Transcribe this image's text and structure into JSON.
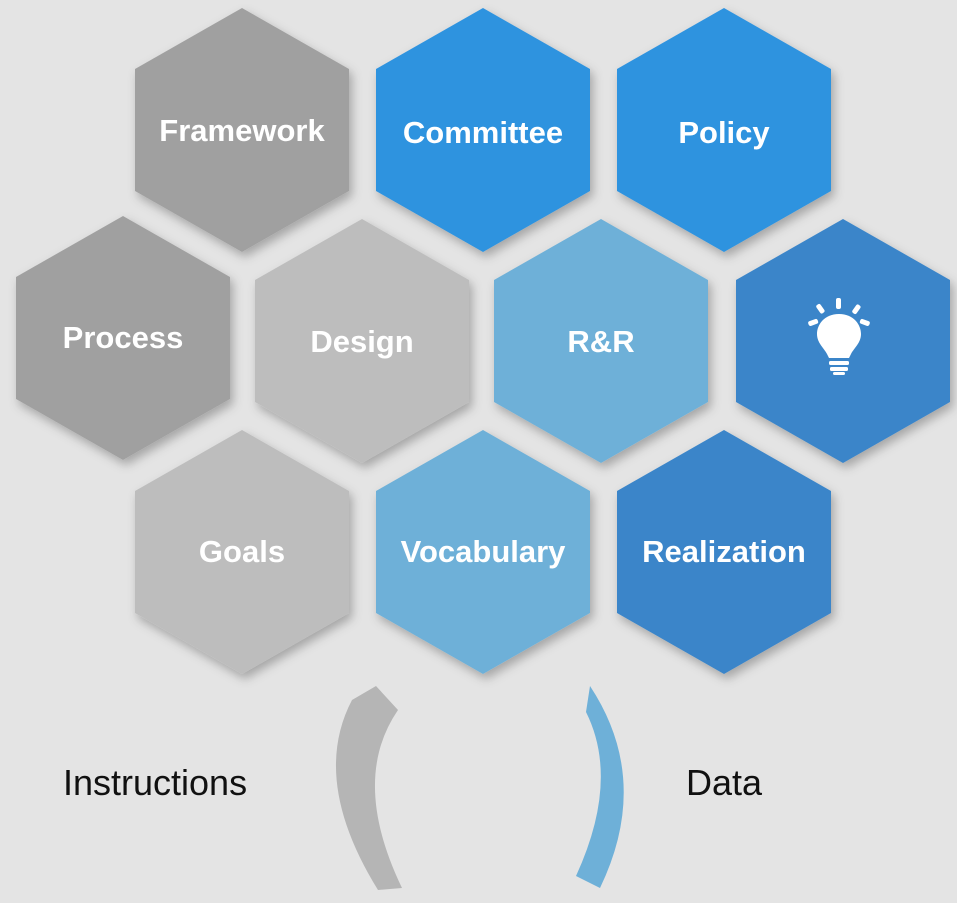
{
  "hexagons": {
    "framework": {
      "label": "Framework",
      "color": "#a0a0a0"
    },
    "committee": {
      "label": "Committee",
      "color": "#2f93df"
    },
    "policy": {
      "label": "Policy",
      "color": "#2f93df"
    },
    "process": {
      "label": "Process",
      "color": "#a0a0a0"
    },
    "design": {
      "label": "Design",
      "color": "#bdbdbd"
    },
    "rr": {
      "label": "R&R",
      "color": "#6eb0d8"
    },
    "idea": {
      "icon": "lightbulb-icon",
      "color": "#3a85c9"
    },
    "goals": {
      "label": "Goals",
      "color": "#bdbdbd"
    },
    "vocabulary": {
      "label": "Vocabulary",
      "color": "#6eb0d8"
    },
    "realization": {
      "label": "Realization",
      "color": "#3a85c9"
    }
  },
  "cycle": {
    "left_label": "Instructions",
    "right_label": "Data",
    "left_arrow_color": "#b5b5b5",
    "right_arrow_color": "#6eb0d8"
  }
}
